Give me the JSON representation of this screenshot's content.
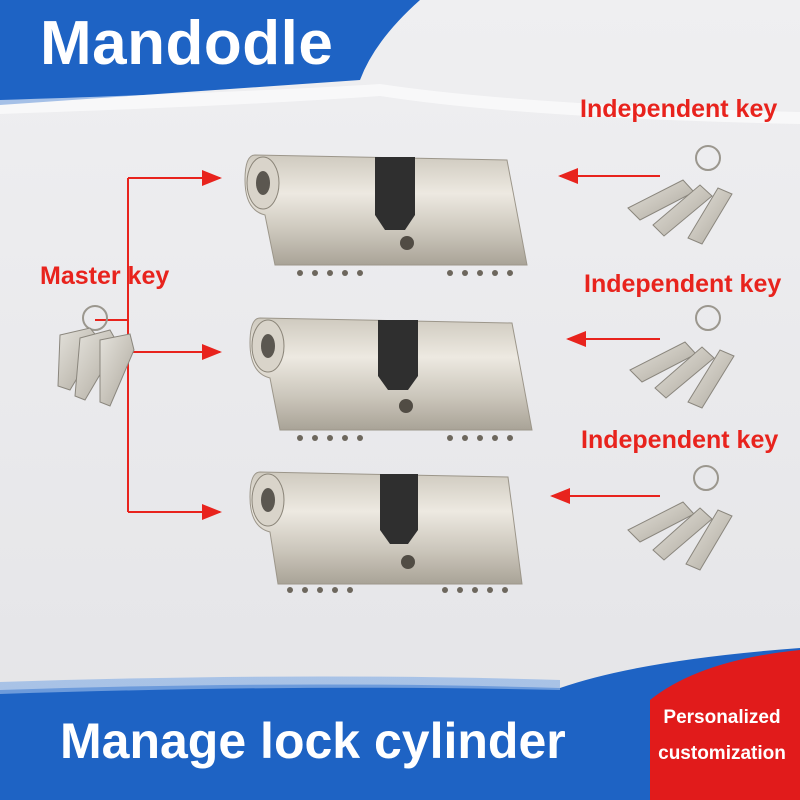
{
  "header": {
    "brand": "Mandodle"
  },
  "labels": {
    "master_key": "Master key",
    "independent_key_1": "Independent key",
    "independent_key_2": "Independent key",
    "independent_key_3": "Independent key"
  },
  "footer": {
    "title": "Manage lock cylinder",
    "badge_line1": "Personalized",
    "badge_line2": "customization"
  },
  "colors": {
    "header_blue": "#1e63c4",
    "arrow_red": "#e8231d",
    "badge_red": "#e11b1b"
  }
}
